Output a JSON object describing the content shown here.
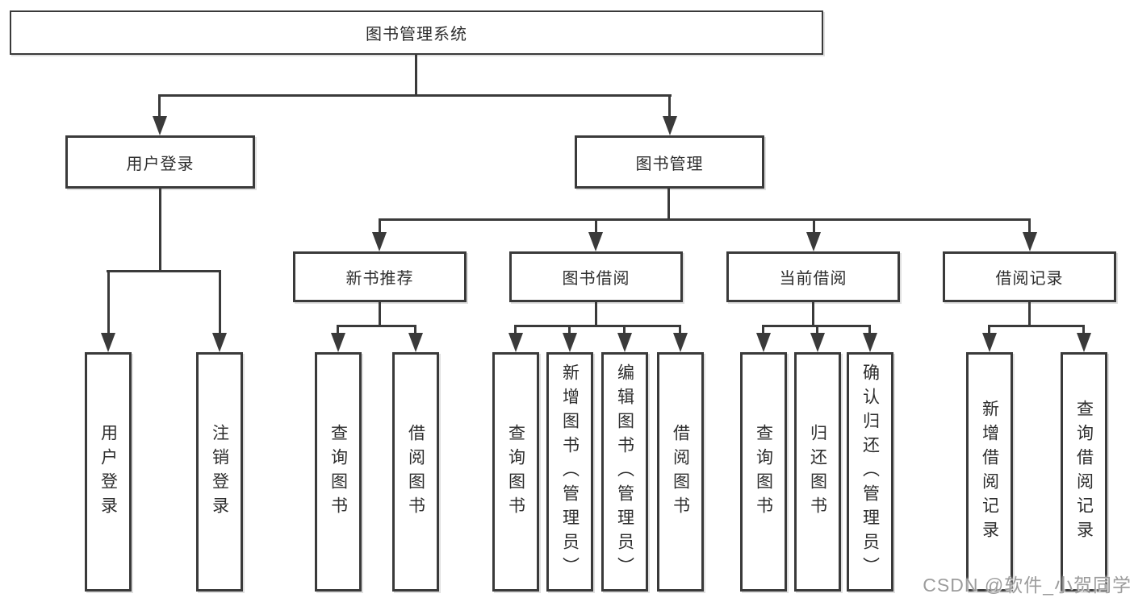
{
  "tree": {
    "label": "图书管理系统",
    "children": [
      {
        "label": "用户登录",
        "children": [
          {
            "label": "用户登录"
          },
          {
            "label": "注销登录"
          }
        ]
      },
      {
        "label": "图书管理",
        "children": [
          {
            "label": "新书推荐",
            "children": [
              {
                "label": "查询图书"
              },
              {
                "label": "借阅图书"
              }
            ]
          },
          {
            "label": "图书借阅",
            "children": [
              {
                "label": "查询图书"
              },
              {
                "label": "新增图书（管理员）"
              },
              {
                "label": "编辑图书（管理员）"
              },
              {
                "label": "借阅图书"
              }
            ]
          },
          {
            "label": "当前借阅",
            "children": [
              {
                "label": "查询图书"
              },
              {
                "label": "归还图书"
              },
              {
                "label": "确认归还（管理员）"
              }
            ]
          },
          {
            "label": "借阅记录",
            "children": [
              {
                "label": "新增借阅记录"
              },
              {
                "label": "查询借阅记录"
              }
            ]
          }
        ]
      }
    ]
  },
  "watermark": {
    "text": "CSDN @软件_小贺同学",
    "color": "#9c9c9c"
  },
  "colors": {
    "line": "#3a3a3a",
    "text": "#2d2d2d",
    "background": "#ffffff"
  }
}
